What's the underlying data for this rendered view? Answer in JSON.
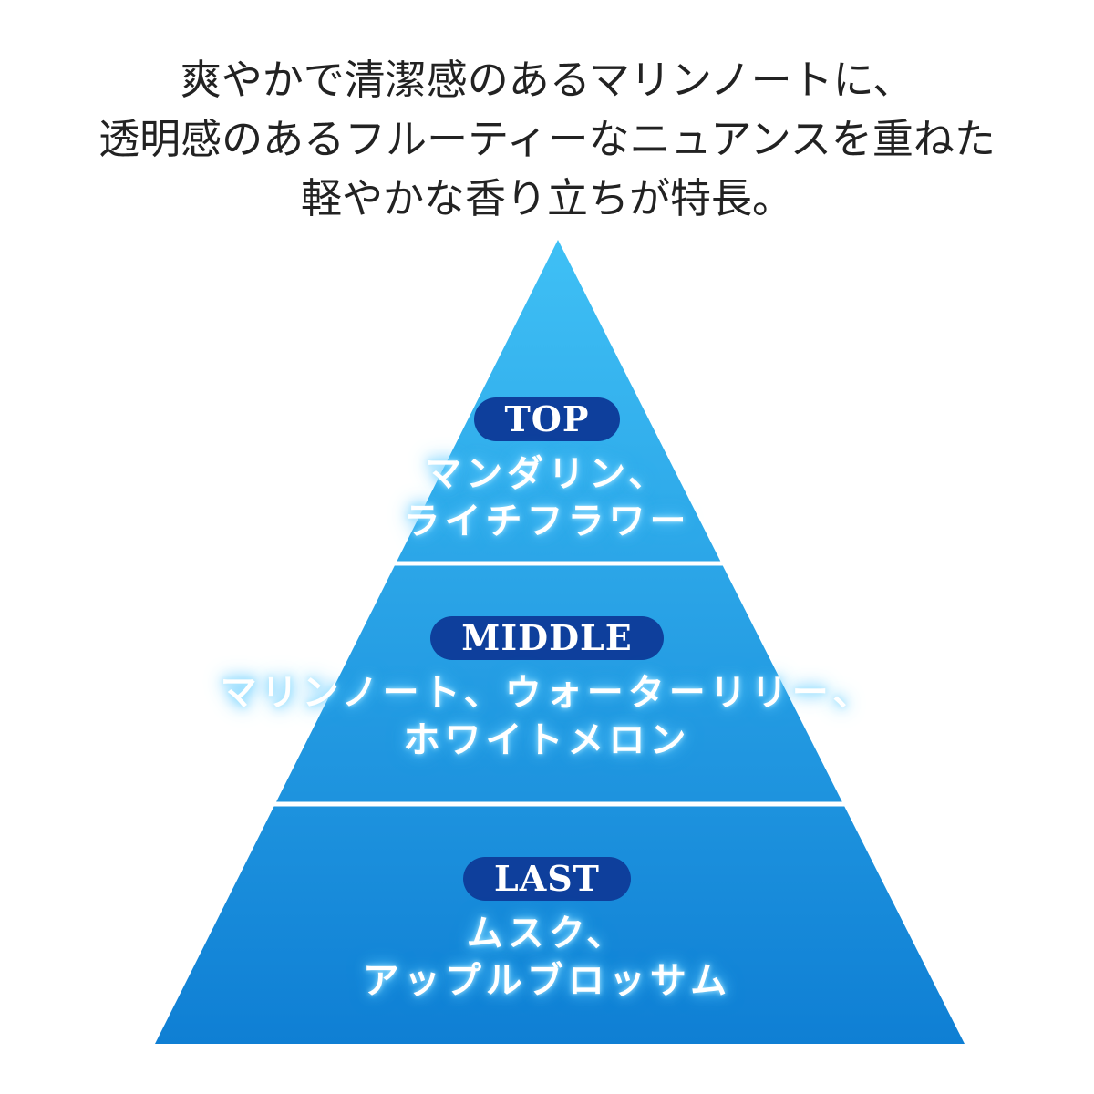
{
  "headline": {
    "lines": [
      "爽やかで清潔感のあるマリンノートに、",
      "透明感のあるフルーティーなニュアンスを重ねた",
      "軽やかな香り立ちが特長。"
    ]
  },
  "pyramid": {
    "colors": {
      "top_light": "#3fc0f5",
      "bottom_dark": "#0f7fd4",
      "badge": "#0e3f9c",
      "divider": "#ffffff"
    },
    "tiers": [
      {
        "label": "TOP",
        "notes": [
          "マンダリン、",
          "ライチフラワー"
        ]
      },
      {
        "label": "MIDDLE",
        "notes": [
          "マリンノート、ウォーターリリー、",
          "ホワイトメロン"
        ]
      },
      {
        "label": "LAST",
        "notes": [
          "ムスク、",
          "アップルブロッサム"
        ]
      }
    ]
  }
}
